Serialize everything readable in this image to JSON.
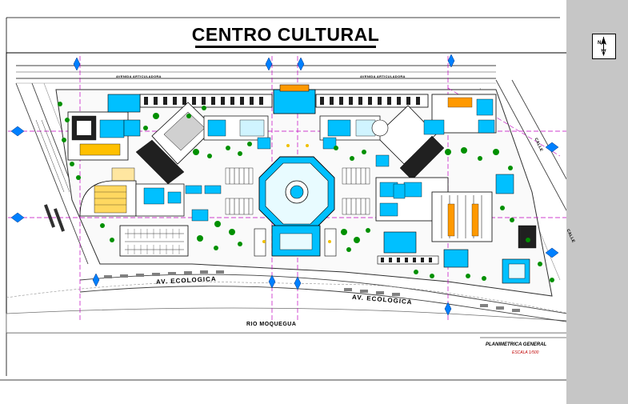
{
  "title": "CENTRO CULTURAL",
  "labels": {
    "av_ecologica_1": "AV.  ECOLOGICA",
    "av_ecologica_2": "AV.  ECOLOGICA",
    "rio": "RIO MOQUEGUA",
    "top_road_1": "AVENIDA ARTICULADORA",
    "top_road_2": "AVENIDA ARTICULADORA",
    "calle_1": "CALLE",
    "calle_2": "CALLE"
  },
  "footer": {
    "plan_title": "PLANIMETRICA GENERAL",
    "scale": "ESCALA 1/500"
  },
  "colors": {
    "building": "#00c0ff",
    "vegetation": "#009000",
    "axis": "#c000c0",
    "accent": "#ff9900",
    "road": "#808080",
    "sidebar": "#c6c6c6"
  }
}
